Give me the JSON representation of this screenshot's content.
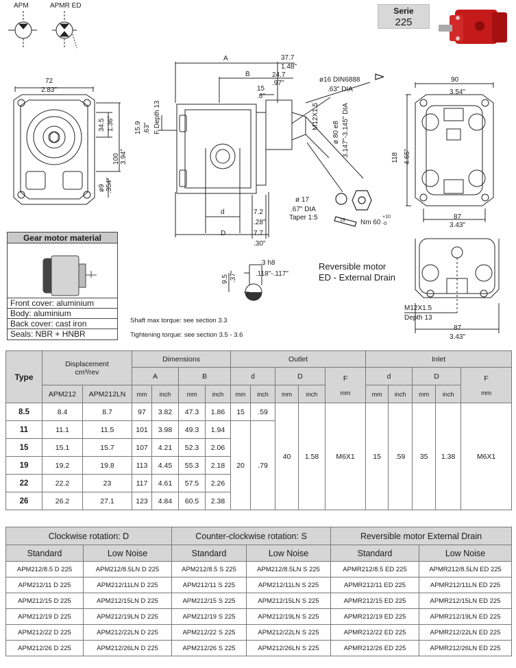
{
  "symbols": {
    "apm": "APM",
    "apmr_ed": "APMR ED"
  },
  "serie": {
    "label": "Serie",
    "number": "225"
  },
  "left_view": {
    "width_mm": "72",
    "width_in": "2.83\"",
    "d1_mm": "34.5",
    "d1_in": "1.36\"",
    "d2_mm": "100",
    "d2_in": "3.94\"",
    "d3_mm": "ø9",
    "d3_in": ".354\""
  },
  "side_view": {
    "a": "A",
    "a_mm": "37.7",
    "a_in": "1.48\"",
    "b": "B",
    "b_mm": "24.7",
    "b_in": ".97\"",
    "c_mm": "15",
    "c_in": ".6\"",
    "f_depth": "F Depth 13",
    "h_mm": "15.9",
    "h_in": ".63\"",
    "m12": "M12X1.5",
    "key_mm": "ø16 DIN6888",
    "key_in": ".63\" DIA",
    "pilot_mm": "ø 80 e8",
    "pilot_in": "3.147\"-3.145\" DIA",
    "shaft_mm": "ø 17",
    "shaft_in": ".67\" DIA",
    "taper": "Taper 1:5",
    "nut_size": "19",
    "torque": "Nm 60",
    "torque_tol_plus": "+10",
    "torque_tol_minus": "-0",
    "d": "d",
    "d_cap": "D",
    "s1_mm": "7.2",
    "s1_in": ".28\"",
    "s2_mm": "7.7",
    "s2_in": ".30\""
  },
  "key_detail": {
    "width_mm": "3 h8",
    "width_in": ".118\"-.117\"",
    "h_mm": "9.5",
    "h_in": ".37\""
  },
  "right_view": {
    "width_mm": "90",
    "width_in": "3.54\"",
    "h_mm": "118",
    "h_in": "4.65\"",
    "b_mm": "87",
    "b_in": "3.43\""
  },
  "reversible": {
    "line1": "Reversible motor",
    "line2": "ED - External Drain",
    "m12": "M12X1.5",
    "depth": "Depth 13",
    "b_mm": "87",
    "b_in": "3.43\""
  },
  "material": {
    "title": "Gear motor material",
    "rows": [
      "Front cover: aluminium",
      "Body: aluminium",
      "Back cover: cast iron",
      "Seals: NBR + HNBR"
    ]
  },
  "notes": {
    "shaft": "Shaft max torque: see section 3.3",
    "tightening": "Tightening torque: see section 3.5 - 3.6"
  },
  "dims_table": {
    "h_type": "Type",
    "h_disp": "Displacement",
    "h_disp_unit": "cm³/rev",
    "h_dimensions": "Dimensions",
    "h_outlet": "Outlet",
    "h_inlet": "Inlet",
    "h_a": "A",
    "h_b": "B",
    "h_d": "d",
    "h_D": "D",
    "h_f": "F",
    "h_apm": "APM212",
    "h_apmln": "APM212LN",
    "u_mm": "mm",
    "u_inch": "inch",
    "rows": [
      {
        "type": "8.5",
        "apm": "8.4",
        "ln": "8.7",
        "a_mm": "97",
        "a_in": "3.82",
        "b_mm": "47.3",
        "b_in": "1.86"
      },
      {
        "type": "11",
        "apm": "11.1",
        "ln": "11.5",
        "a_mm": "101",
        "a_in": "3.98",
        "b_mm": "49.3",
        "b_in": "1.94"
      },
      {
        "type": "15",
        "apm": "15.1",
        "ln": "15.7",
        "a_mm": "107",
        "a_in": "4.21",
        "b_mm": "52.3",
        "b_in": "2.06"
      },
      {
        "type": "19",
        "apm": "19.2",
        "ln": "19.8",
        "a_mm": "113",
        "a_in": "4.45",
        "b_mm": "55.3",
        "b_in": "2.18"
      },
      {
        "type": "22",
        "apm": "22.2",
        "ln": "23",
        "a_mm": "117",
        "a_in": "4.61",
        "b_mm": "57.5",
        "b_in": "2.26"
      },
      {
        "type": "26",
        "apm": "26.2",
        "ln": "27.1",
        "a_mm": "123",
        "a_in": "4.84",
        "b_mm": "60.5",
        "b_in": "2.38"
      }
    ],
    "outlet": {
      "d1_mm": "15",
      "d1_in": ".59",
      "d2_mm": "20",
      "d2_in": ".79",
      "D_mm": "40",
      "D_in": "1.58",
      "F": "M6X1"
    },
    "inlet": {
      "d_mm": "15",
      "d_in": ".59",
      "D_mm": "35",
      "D_in": "1.38",
      "F": "M6X1"
    }
  },
  "codes_table": {
    "groups": [
      "Clockwise rotation: D",
      "Counter-clockwise rotation: S",
      "Reversible motor External Drain"
    ],
    "subs": [
      "Standard",
      "Low Noise",
      "Standard",
      "Low Noise",
      "Standard",
      "Low Noise"
    ],
    "rows": [
      [
        "APM212/8.5 D 225",
        "APM212/8.5LN D 225",
        "APM212/8.5 S 225",
        "APM212/8.5LN S 225",
        "APMR212/8.5 ED 225",
        "APMR212/8.5LN ED 225"
      ],
      [
        "APM212/11 D 225",
        "APM212/11LN D 225",
        "APM212/11 S 225",
        "APM212/11LN S 225",
        "APMR212/11 ED 225",
        "APMR212/11LN ED 225"
      ],
      [
        "APM212/15 D 225",
        "APM212/15LN D 225",
        "APM212/15 S 225",
        "APM212/15LN S 225",
        "APMR212/15 ED 225",
        "APMR212/15LN ED 225"
      ],
      [
        "APM212/19 D 225",
        "APM212/19LN D 225",
        "APM212/19 S 225",
        "APM212/19LN S 225",
        "APMR212/19 ED 225",
        "APMR212/19LN ED 225"
      ],
      [
        "APM212/22 D 225",
        "APM212/22LN D 225",
        "APM212/22 S 225",
        "APM212/22LN S 225",
        "APMR212/22 ED 225",
        "APMR212/22LN ED 225"
      ],
      [
        "APM212/26 D 225",
        "APM212/26LN D 225",
        "APM212/26 S 225",
        "APM212/26LN S 225",
        "APMR212/26 ED 225",
        "APMR212/26LN ED 225"
      ]
    ]
  }
}
